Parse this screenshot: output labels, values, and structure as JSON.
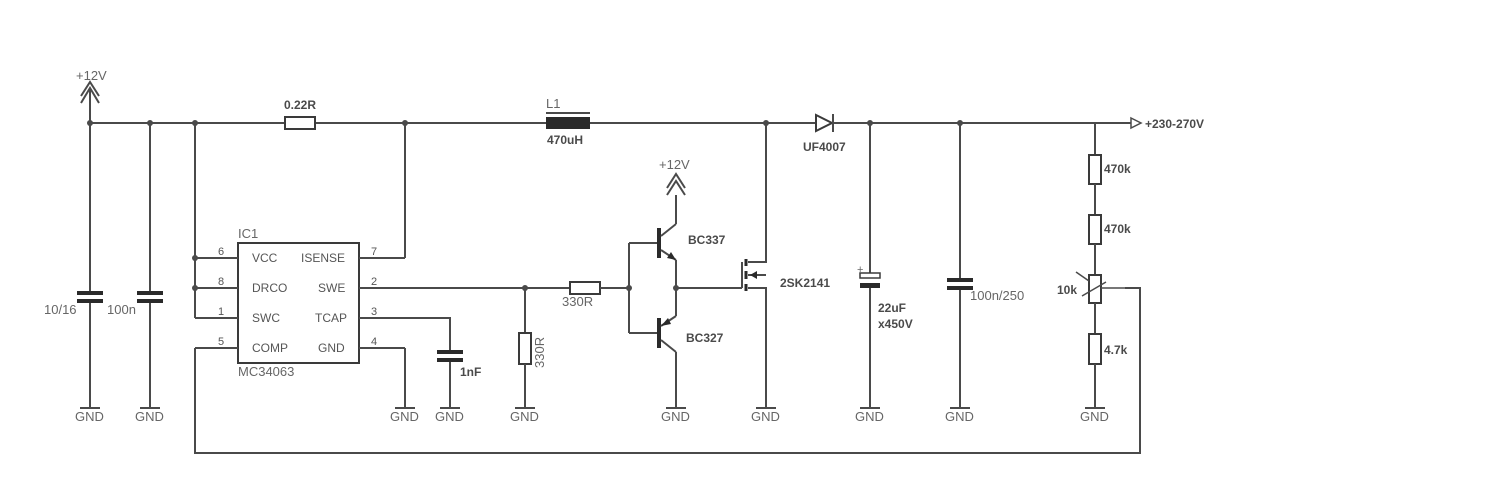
{
  "supplies": {
    "vcc_in": "+12V",
    "vcc_driver": "+12V",
    "output": "+230-270V",
    "gnd": "GND"
  },
  "ic": {
    "ref": "IC1",
    "part": "MC34063",
    "pins": [
      {
        "num": "6",
        "name": "VCC"
      },
      {
        "num": "8",
        "name": "DRCO"
      },
      {
        "num": "1",
        "name": "SWC"
      },
      {
        "num": "5",
        "name": "COMP"
      },
      {
        "num": "7",
        "name": "ISENSE"
      },
      {
        "num": "2",
        "name": "SWE"
      },
      {
        "num": "3",
        "name": "TCAP"
      },
      {
        "num": "4",
        "name": "GND"
      }
    ]
  },
  "components": {
    "c_in1": "10/16",
    "c_in2": "100n",
    "r_sense": "0.22R",
    "l1_ref": "L1",
    "l1_val": "470uH",
    "diode": "UF4007",
    "c_timing": "1nF",
    "r_base": "330R",
    "r_pulldown": "330R",
    "q_npn": "BC337",
    "q_pnp": "BC327",
    "mosfet": "2SK2141",
    "c_out1_val": "22uF",
    "c_out1_rating": "x450V",
    "c_out2": "100n/250",
    "r_div1": "470k",
    "r_div2": "470k",
    "pot": "10k",
    "r_div3": "4.7k"
  },
  "colors": {
    "wire": "#4a4a4a",
    "text": "#555555",
    "background": "#ffffff"
  }
}
